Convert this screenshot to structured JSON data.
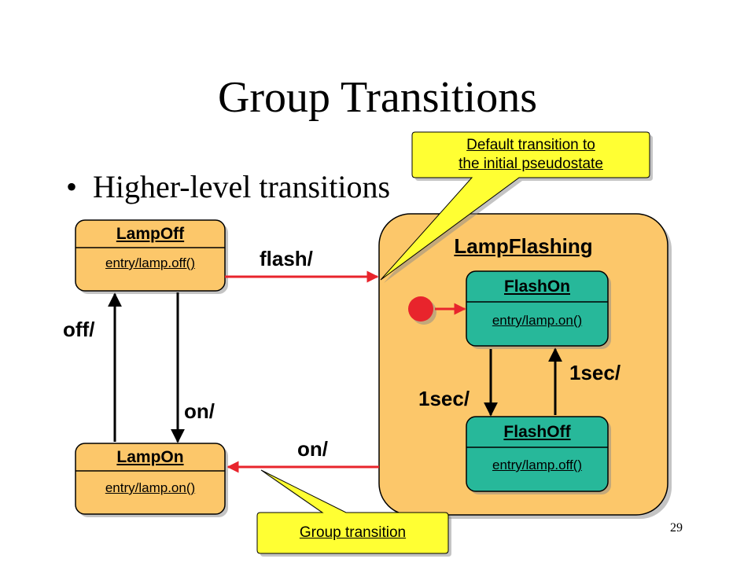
{
  "slide": {
    "title": "Group Transitions",
    "bullet": "Higher-level transitions",
    "page_number": "29"
  },
  "states": {
    "lamp_off": {
      "name": "LampOff",
      "entry": "entry/lamp.off()"
    },
    "lamp_on": {
      "name": "LampOn",
      "entry": "entry/lamp.on()"
    },
    "lamp_flashing": {
      "name": "LampFlashing"
    },
    "flash_on": {
      "name": "FlashOn",
      "entry": "entry/lamp.on()"
    },
    "flash_off": {
      "name": "FlashOff",
      "entry": "entry/lamp.off()"
    }
  },
  "transitions": {
    "flash": "flash/",
    "off": "off/",
    "on_left": "on/",
    "on_group": "on/",
    "sec_down": "1sec/",
    "sec_up": "1sec/"
  },
  "callouts": {
    "default": {
      "line1": "Default transition to",
      "line2": "the initial pseudostate"
    },
    "group": {
      "text": "Group transition"
    }
  },
  "colors": {
    "state_fill": "#fcc76a",
    "substate_fill": "#27b89a",
    "transition_red": "#e8242c",
    "callout_yellow": "#ffff33"
  }
}
